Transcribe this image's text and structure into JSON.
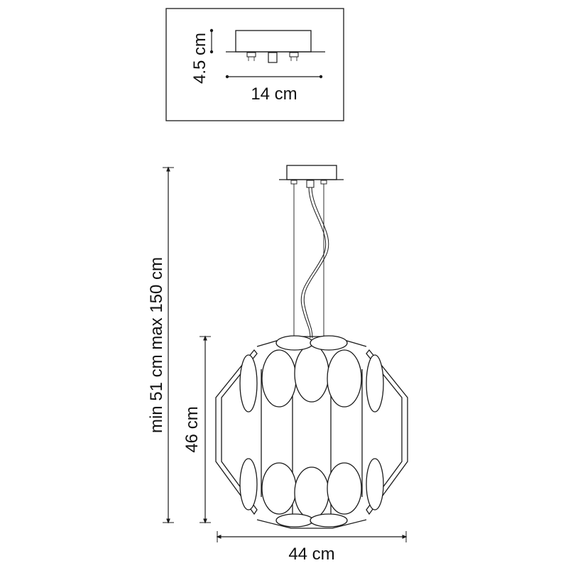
{
  "dimensions": {
    "mount_height": "4.5 cm",
    "mount_width": "14 cm",
    "overall_height": "min 51 cm max 150 cm",
    "shade_height": "46 cm",
    "shade_width": "44 cm"
  },
  "colors": {
    "line": "#1a1a1a",
    "background": "#ffffff"
  }
}
